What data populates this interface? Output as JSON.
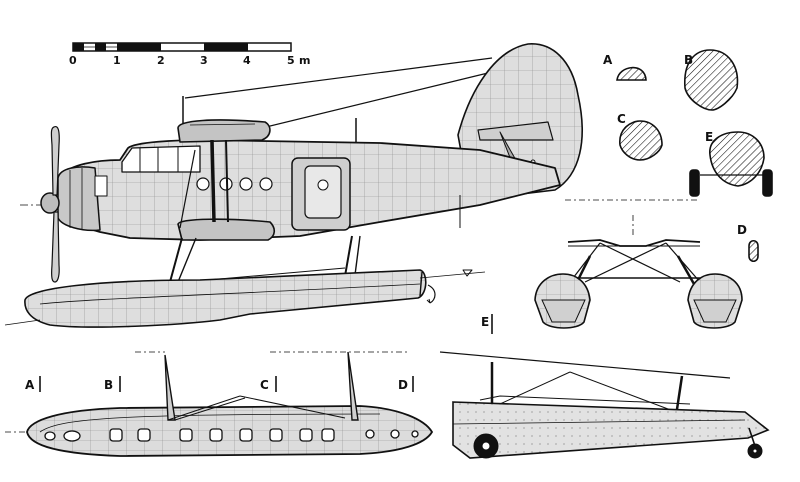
{
  "scale": {
    "ticks": [
      "0",
      "1",
      "2",
      "3",
      "4",
      "5"
    ],
    "unit": "m"
  },
  "section_labels": {
    "a": "A",
    "b": "B",
    "c": "C",
    "d": "D",
    "e": "E"
  },
  "colors": {
    "ink": "#111111",
    "fill": "#d9d9d9",
    "paper": "#ffffff"
  }
}
